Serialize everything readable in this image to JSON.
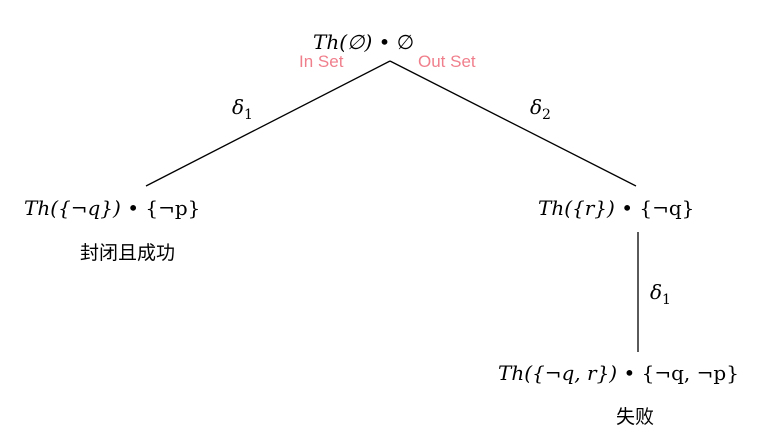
{
  "nodes": {
    "root": {
      "theory": "Th(∅)",
      "bullet": "•",
      "set": "∅"
    },
    "left": {
      "theory": "Th({¬q})",
      "bullet": "•",
      "set": "{¬p}",
      "status": "封闭且成功"
    },
    "right": {
      "theory": "Th({r})",
      "bullet": "•",
      "set": "{¬q}"
    },
    "bottom": {
      "theory": "Th({¬q, r})",
      "bullet": "•",
      "set": "{¬q, ¬p}",
      "status": "失败"
    }
  },
  "edges": {
    "root_left": "δ1",
    "root_right": "δ2",
    "right_bottom": "δ1"
  },
  "set_labels": {
    "in_set": "In Set",
    "out_set": "Out Set",
    "color": "#f07f8c"
  }
}
